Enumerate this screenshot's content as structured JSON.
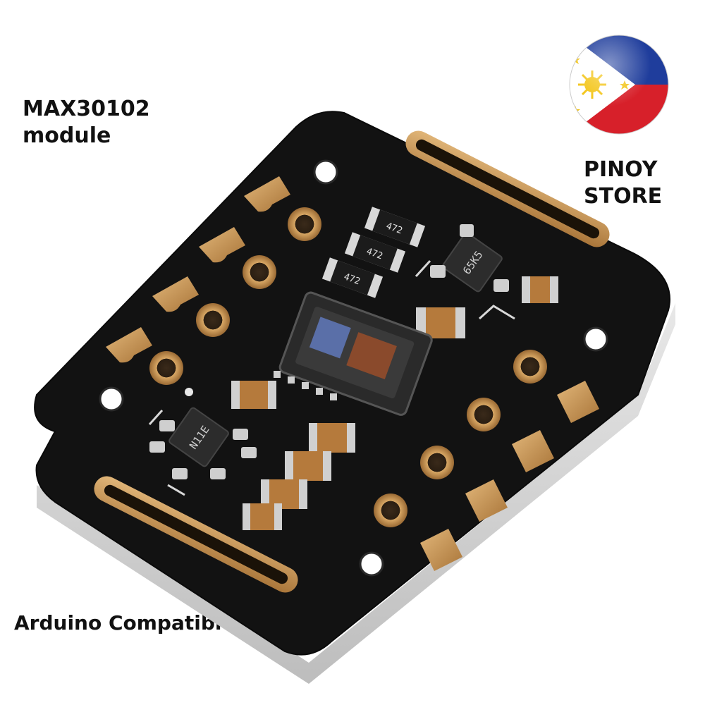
{
  "captions": {
    "product_line1": "MAX30102",
    "product_line2": "module",
    "store_line1": "PINOY",
    "store_line2": "STORE",
    "compatibility": "Arduino Compatible"
  },
  "component_markings": {
    "resistor_1": "472",
    "resistor_2": "472",
    "resistor_3": "472",
    "regulator_top": "65K5",
    "regulator_bottom": "N11E"
  },
  "colors": {
    "pcb": "#111111",
    "gold": "#c89a5a",
    "gold_dark": "#8a6030",
    "sensor": "#2a2a2a",
    "flag_blue": "#1f3d9c",
    "flag_red": "#d7202a",
    "flag_yellow": "#f3c414"
  },
  "icons": {
    "flag": "philippines-flag-badge-icon"
  }
}
